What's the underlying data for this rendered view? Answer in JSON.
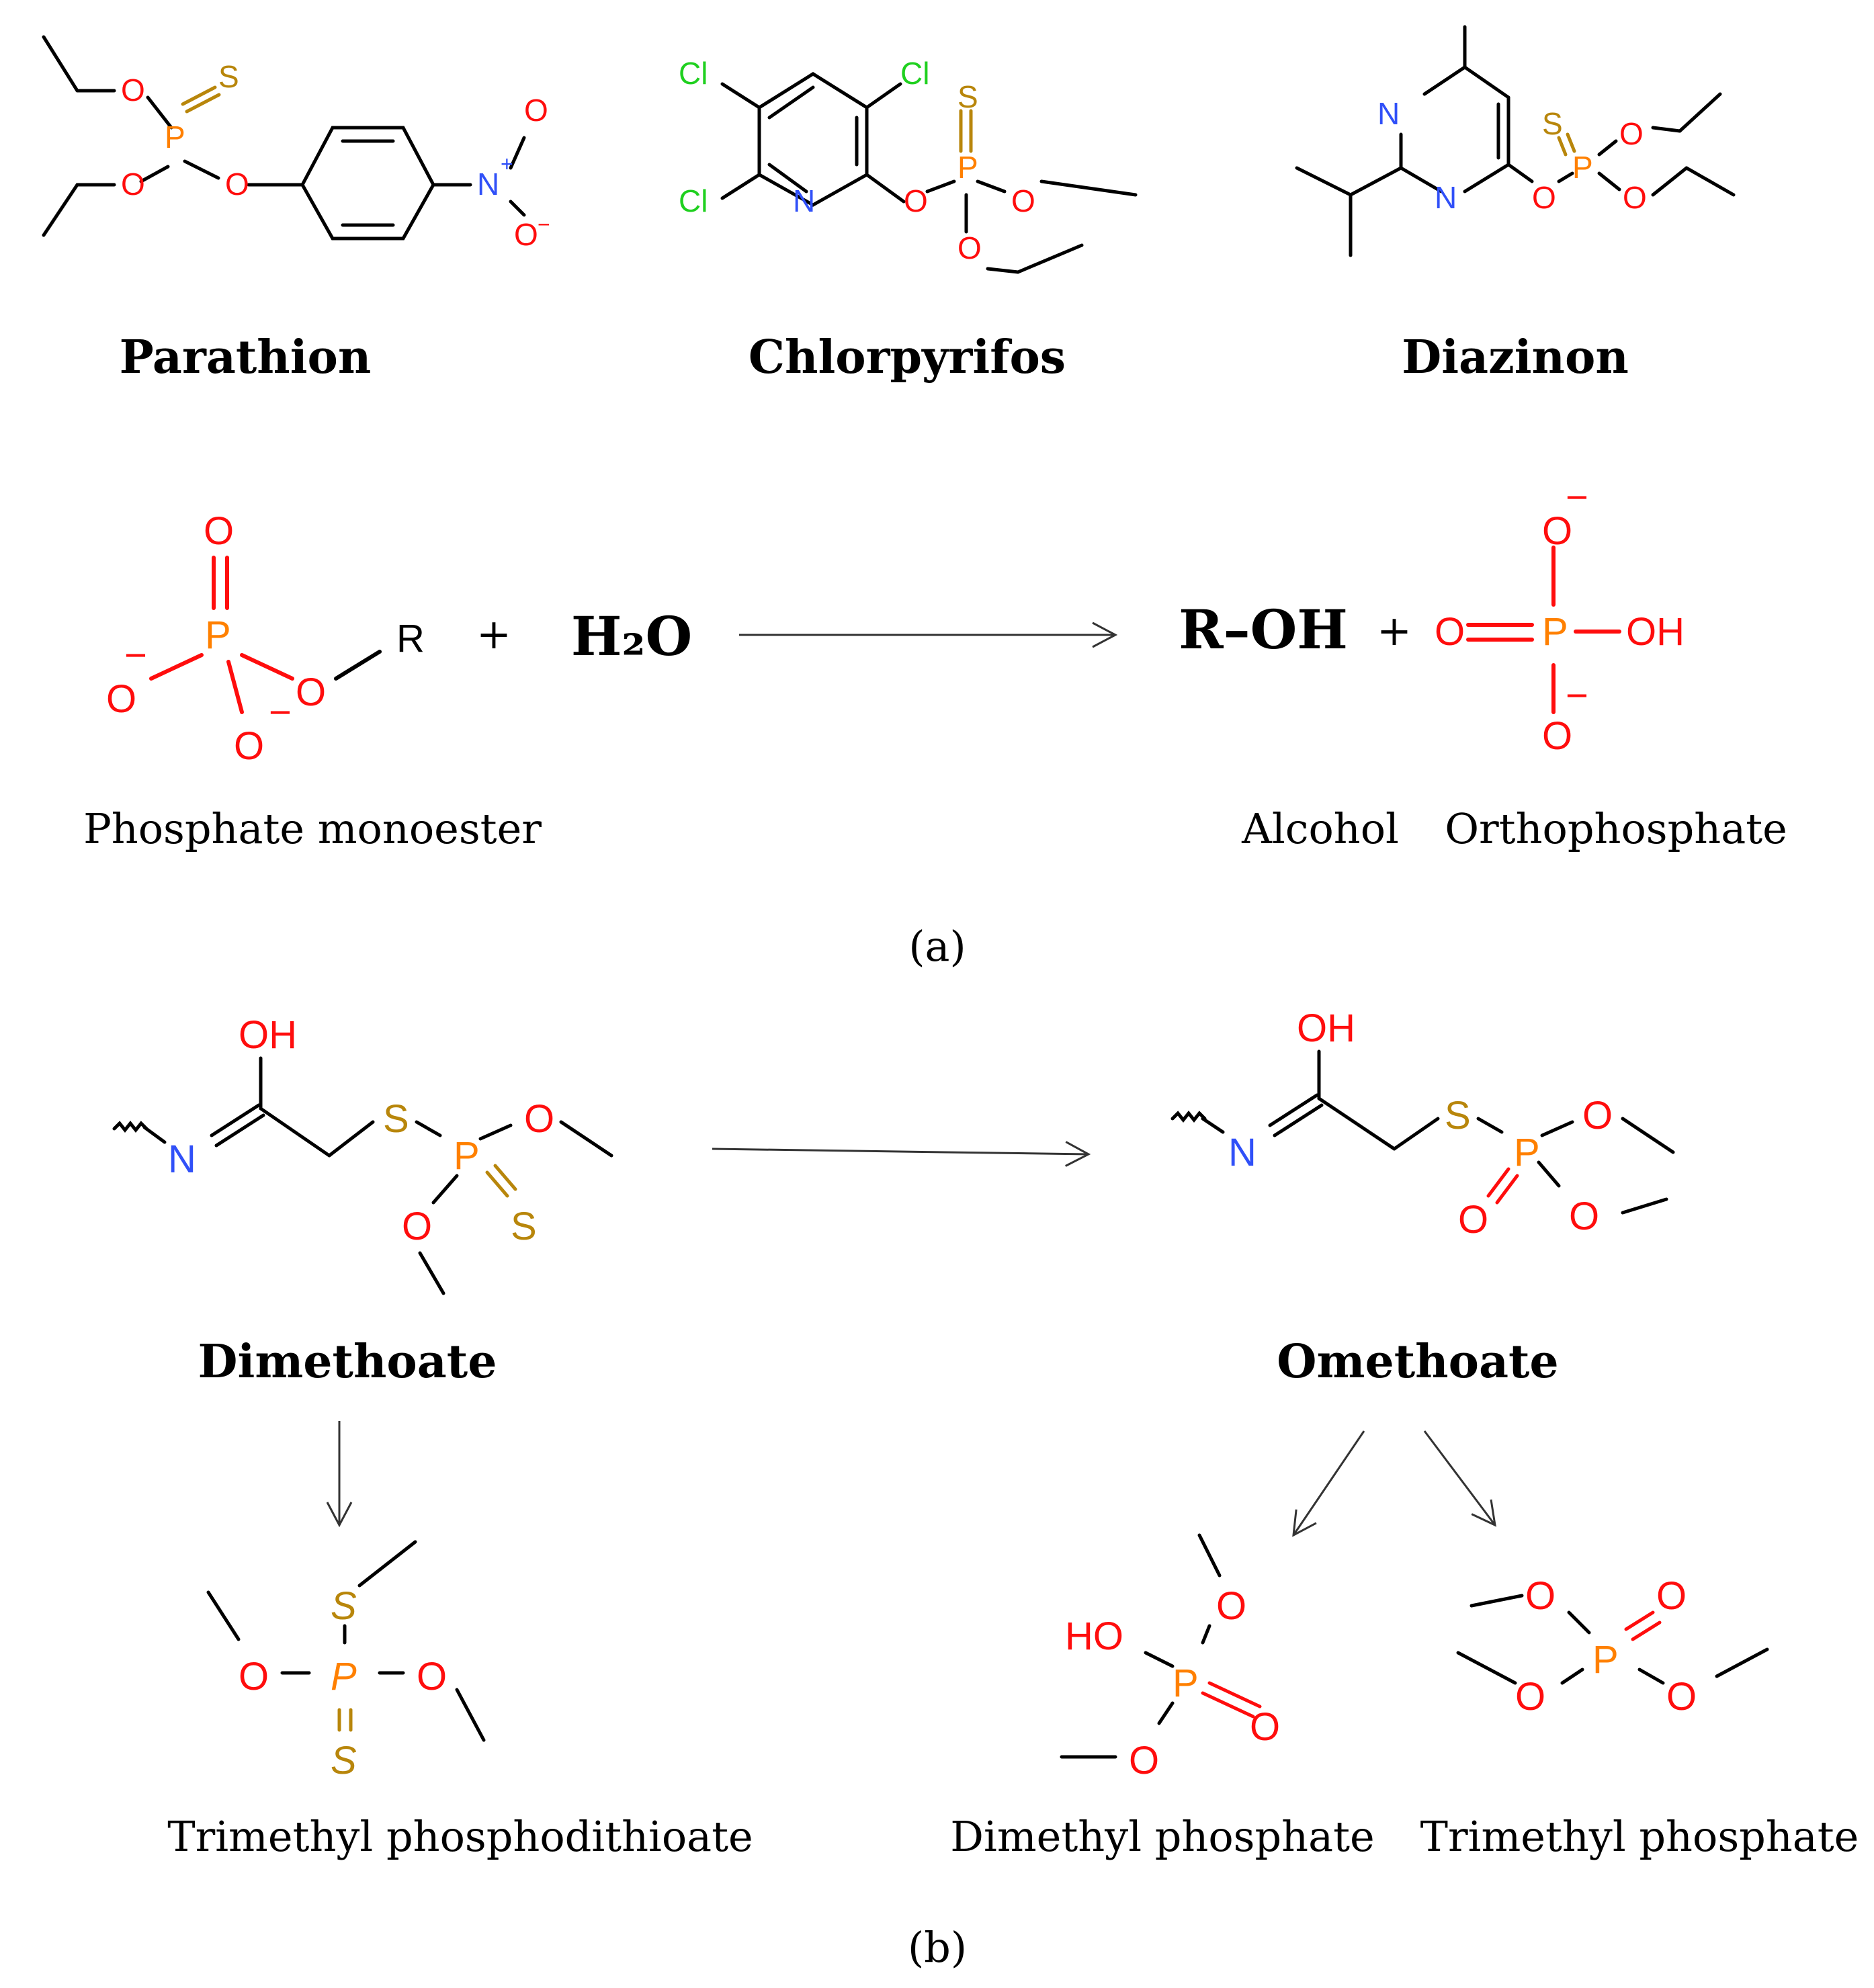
{
  "colors": {
    "oxygen": "#ff0d0d",
    "sulfur": "#b8860b",
    "phosphorus": "#ff8000",
    "nitrogen": "#3050f8",
    "chlorine": "#1fd01f",
    "bond": "#000000"
  },
  "atoms": {
    "O": "O",
    "S": "S",
    "P": "P",
    "N": "N",
    "Cl": "Cl",
    "OH": "OH",
    "HO": "HO",
    "R": "R",
    "plus": "+",
    "minus": "−"
  },
  "compounds": {
    "parathion": "Parathion",
    "chlorpyrifos": "Chlorpyrifos",
    "diazinon": "Diazinon",
    "dimethoate": "Dimethoate",
    "omethoate": "Omethoate"
  },
  "reaction_a": {
    "plus": "+",
    "water": "H₂O",
    "product_alcohol": "R–OH",
    "label_monoester": "Phosphate monoester",
    "label_alcohol": "Alcohol",
    "label_orthophosphate": "Orthophosphate"
  },
  "products_b": {
    "trimethyl_phosphodithioate": "Trimethyl phosphodithioate",
    "dimethyl_phosphate": "Dimethyl phosphate",
    "trimethyl_phosphate": "Trimethyl phosphate"
  },
  "panels": {
    "a": "(a)",
    "b": "(b)"
  }
}
